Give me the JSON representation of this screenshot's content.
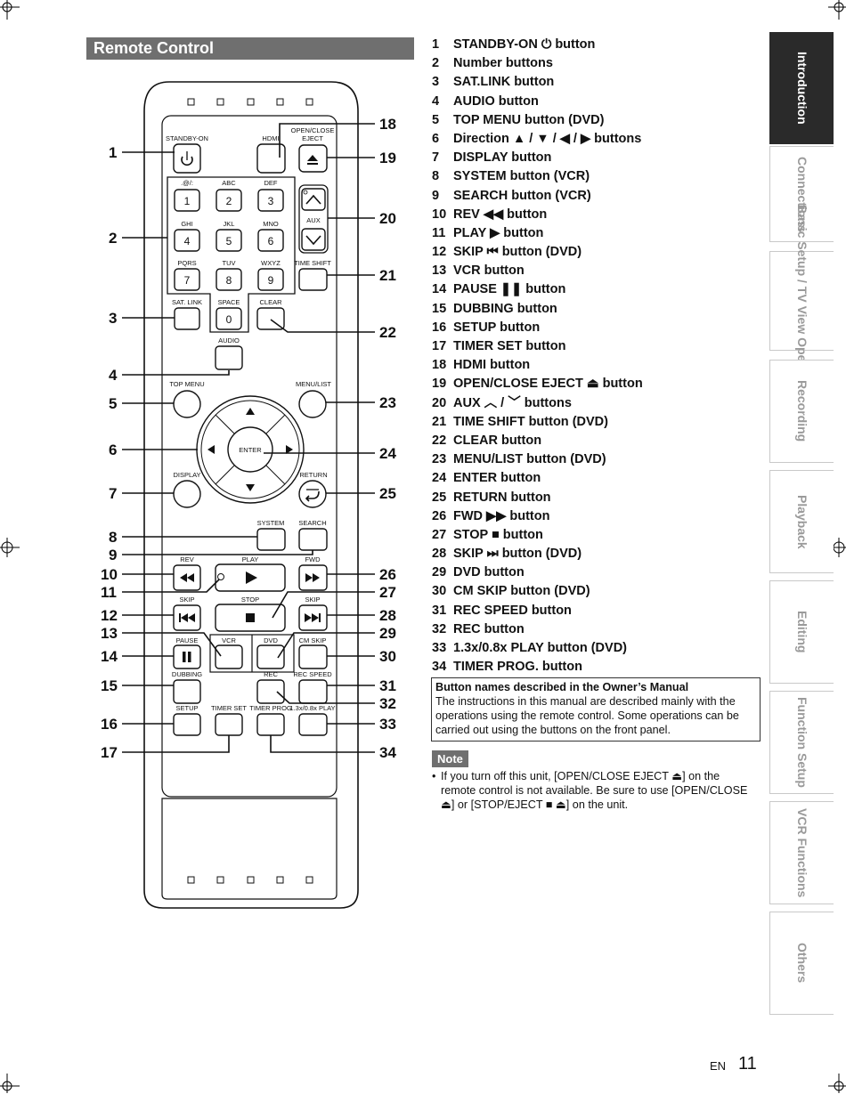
{
  "section_title": "Remote Control",
  "remote": {
    "labels": {
      "standby": "STANDBY-ON",
      "hdmi": "HDMI",
      "open_close": "OPEN/CLOSE",
      "eject": "EJECT",
      "sub_1": ".@/:",
      "sub_2": "ABC",
      "sub_3": "DEF",
      "sub_4": "GHI",
      "sub_5": "JKL",
      "sub_6": "MNO",
      "sub_7": "PQRS",
      "sub_8": "TUV",
      "sub_9": "WXYZ",
      "key_1": "1",
      "key_2": "2",
      "key_3": "3",
      "key_4": "4",
      "key_5": "5",
      "key_6": "6",
      "key_7": "7",
      "key_8": "8",
      "key_9": "9",
      "key_0": "0",
      "aux": "AUX",
      "time_shift": "TIME SHIFT",
      "sat_link": "SAT. LINK",
      "space": "SPACE",
      "clear": "CLEAR",
      "audio": "AUDIO",
      "top_menu": "TOP MENU",
      "menu_list": "MENU/LIST",
      "enter": "ENTER",
      "display": "DISPLAY",
      "return": "RETURN",
      "system": "SYSTEM",
      "search": "SEARCH",
      "rev": "REV",
      "play": "PLAY",
      "fwd": "FWD",
      "skip_l": "SKIP",
      "stop": "STOP",
      "skip_r": "SKIP",
      "pause": "PAUSE",
      "vcr": "VCR",
      "dvd": "DVD",
      "cm_skip": "CM SKIP",
      "dubbing": "DUBBING",
      "rec": "REC",
      "rec_speed": "REC SPEED",
      "setup": "SETUP",
      "timer_set": "TIMER SET",
      "timer_prog": "TIMER PROG",
      "play_speed": "1.3x/0.8x PLAY"
    },
    "callouts": [
      "1",
      "2",
      "3",
      "4",
      "5",
      "6",
      "7",
      "8",
      "9",
      "10",
      "11",
      "12",
      "13",
      "14",
      "15",
      "16",
      "17",
      "18",
      "19",
      "20",
      "21",
      "22",
      "23",
      "24",
      "25",
      "26",
      "27",
      "28",
      "29",
      "30",
      "31",
      "32",
      "33",
      "34"
    ]
  },
  "button_list": [
    {
      "num": "1",
      "text": "STANDBY-ON ⏻ button"
    },
    {
      "num": "2",
      "text": "Number buttons"
    },
    {
      "num": "3",
      "text": "SAT.LINK button"
    },
    {
      "num": "4",
      "text": "AUDIO button"
    },
    {
      "num": "5",
      "text": "TOP MENU button (DVD)"
    },
    {
      "num": "6",
      "text": "Direction ▲ / ▼ / ◀ / ▶ buttons"
    },
    {
      "num": "7",
      "text": "DISPLAY button"
    },
    {
      "num": "8",
      "text": "SYSTEM button (VCR)"
    },
    {
      "num": "9",
      "text": "SEARCH button (VCR)"
    },
    {
      "num": "10",
      "text": "REV ◀◀ button"
    },
    {
      "num": "11",
      "text": "PLAY ▶ button"
    },
    {
      "num": "12",
      "text": "SKIP ⏮ button (DVD)"
    },
    {
      "num": "13",
      "text": "VCR button"
    },
    {
      "num": "14",
      "text": "PAUSE ❚❚ button"
    },
    {
      "num": "15",
      "text": "DUBBING button"
    },
    {
      "num": "16",
      "text": "SETUP button"
    },
    {
      "num": "17",
      "text": "TIMER SET button"
    },
    {
      "num": "18",
      "text": "HDMI button"
    },
    {
      "num": "19",
      "text": "OPEN/CLOSE EJECT ⏏ button"
    },
    {
      "num": "20",
      "text": "AUX ︿ / ﹀ buttons"
    },
    {
      "num": "21",
      "text": "TIME SHIFT button (DVD)"
    },
    {
      "num": "22",
      "text": "CLEAR button"
    },
    {
      "num": "23",
      "text": "MENU/LIST button (DVD)"
    },
    {
      "num": "24",
      "text": "ENTER button"
    },
    {
      "num": "25",
      "text": "RETURN button"
    },
    {
      "num": "26",
      "text": "FWD ▶▶ button"
    },
    {
      "num": "27",
      "text": "STOP ■ button"
    },
    {
      "num": "28",
      "text": "SKIP ⏭ button (DVD)"
    },
    {
      "num": "29",
      "text": "DVD button"
    },
    {
      "num": "30",
      "text": "CM SKIP button (DVD)"
    },
    {
      "num": "31",
      "text": "REC SPEED button"
    },
    {
      "num": "32",
      "text": "REC button"
    },
    {
      "num": "33",
      "text": "1.3x/0.8x PLAY button (DVD)"
    },
    {
      "num": "34",
      "text": "TIMER PROG. button"
    }
  ],
  "info_box": {
    "title": "Button names described in the Owner’s Manual",
    "body": "The instructions in this manual are described mainly with the operations using the remote control. Some operations can be carried out using the buttons on the front panel."
  },
  "note": {
    "badge": "Note",
    "bullet": "•",
    "text": "If you turn off this unit, [OPEN/CLOSE EJECT ⏏] on the remote control is not available. Be sure to use [OPEN/CLOSE ⏏] or [STOP/EJECT ■ ⏏] on the unit."
  },
  "side_tabs": [
    {
      "label": "Introduction",
      "active": true
    },
    {
      "label": "Connections",
      "active": false
    },
    {
      "label": "Basic Setup / TV View Operation",
      "active": false
    },
    {
      "label": "Recording",
      "active": false
    },
    {
      "label": "Playback",
      "active": false
    },
    {
      "label": "Editing",
      "active": false
    },
    {
      "label": "Function Setup",
      "active": false
    },
    {
      "label": "VCR Functions",
      "active": false
    },
    {
      "label": "Others",
      "active": false
    }
  ],
  "footer": {
    "lang": "EN",
    "page": "11"
  },
  "colors": {
    "header_bg": "#6f6f6f",
    "tab_active": "#2a2a2a",
    "tab_text": "#9a9a9a"
  }
}
